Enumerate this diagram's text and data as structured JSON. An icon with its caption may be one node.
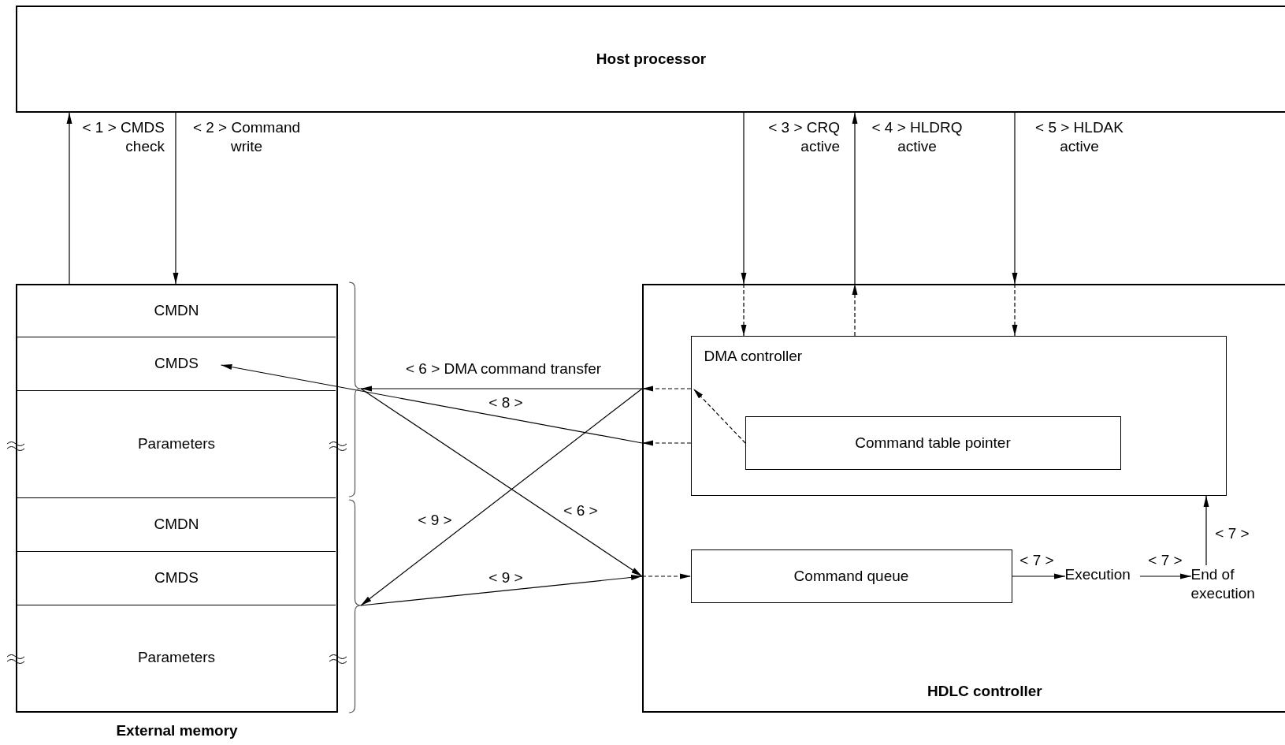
{
  "diagram": {
    "nodes": [
      {
        "text": [
          "Host processor"
        ]
      },
      {
        "text": [
          "External memory"
        ]
      },
      {
        "text": [
          "CMDN"
        ],
        "in": 1
      },
      {
        "text": [
          "CMDS"
        ],
        "in": 1
      },
      {
        "text": [
          "Parameters"
        ],
        "in": 1
      },
      {
        "text": [
          "CMDN"
        ],
        "in": 1
      },
      {
        "text": [
          "CMDS"
        ],
        "in": 1
      },
      {
        "text": [
          "Parameters"
        ],
        "in": 1
      },
      {
        "text": [],
        "shape": "brace"
      },
      {
        "text": [],
        "shape": "brace"
      },
      {
        "text": [
          "HDLC controller"
        ]
      },
      {
        "text": [
          "DMA controller"
        ],
        "in": 10
      },
      {
        "text": [
          "Command table pointer"
        ],
        "in": 11
      },
      {
        "text": [
          "Command queue"
        ],
        "in": 10
      },
      {
        "text": [
          "Execution"
        ],
        "in": 10
      },
      {
        "text": [
          "End of execution"
        ],
        "in": 10
      }
    ],
    "edges": [
      {
        "from": 1,
        "to": 0,
        "arrow": "to",
        "label": "< 1 > CMDS check"
      },
      {
        "from": 0,
        "to": 1,
        "arrow": "to",
        "label": "< 2 > Command write"
      },
      {
        "from": 0,
        "to": 10,
        "arrow": "to",
        "label": "< 3 > CRQ active"
      },
      {
        "from": 10,
        "to": 11,
        "arrow": "to",
        "style": "dashed"
      },
      {
        "from": 10,
        "to": 0,
        "arrow": "to",
        "label": "< 4 > HLDRQ active"
      },
      {
        "from": 11,
        "to": 10,
        "arrow": "to",
        "style": "dashed"
      },
      {
        "from": 0,
        "to": 10,
        "arrow": "to",
        "label": "< 5 > HLDAK active"
      },
      {
        "from": 10,
        "to": 11,
        "arrow": "to",
        "style": "dashed"
      },
      {
        "from": 11,
        "to": 10,
        "arrow": "to",
        "style": "dashed"
      },
      {
        "from": 10,
        "to": 8,
        "arrow": "to",
        "label": "< 6 > DMA command transfer"
      },
      {
        "from": 8,
        "to": 10,
        "arrow": "to",
        "label": "< 6 >"
      },
      {
        "from": 10,
        "to": 13,
        "arrow": "to",
        "style": "dashed"
      },
      {
        "from": 12,
        "to": 11,
        "arrow": "to",
        "style": "dashed"
      },
      {
        "from": 11,
        "to": 10,
        "arrow": "to",
        "style": "dashed"
      },
      {
        "from": 10,
        "to": 3,
        "arrow": "to",
        "label": "< 8 >"
      },
      {
        "from": 10,
        "to": 9,
        "arrow": "to",
        "label": "< 9 >"
      },
      {
        "from": 9,
        "to": 10,
        "arrow": "to",
        "label": "< 9 >"
      },
      {
        "from": 13,
        "to": 14,
        "arrow": "to",
        "label": "< 7 >"
      },
      {
        "from": 14,
        "to": 15,
        "arrow": "to",
        "label": "< 7 >"
      },
      {
        "from": 15,
        "to": 11,
        "arrow": "to",
        "label": "< 7 >"
      }
    ]
  }
}
